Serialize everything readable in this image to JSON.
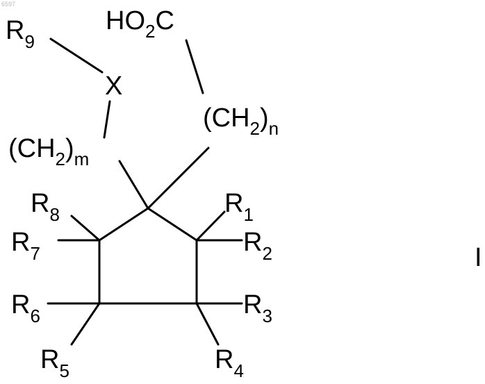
{
  "figure_id": "6597",
  "formula_label": "I",
  "groups": {
    "carboxyl": {
      "prefix": "HO",
      "sub": "2",
      "suffix": "C"
    },
    "linker_n": {
      "open": "(CH",
      "sub": "2",
      "close": ")",
      "index": "n"
    },
    "linker_m": {
      "open": "(CH",
      "sub": "2",
      "close": ")",
      "index": "m"
    },
    "heteroatom": "X"
  },
  "substituents": {
    "R9": {
      "base": "R",
      "sub": "9"
    },
    "R8": {
      "base": "R",
      "sub": "8"
    },
    "R7": {
      "base": "R",
      "sub": "7"
    },
    "R6": {
      "base": "R",
      "sub": "6"
    },
    "R5": {
      "base": "R",
      "sub": "5"
    },
    "R4": {
      "base": "R",
      "sub": "4"
    },
    "R3": {
      "base": "R",
      "sub": "3"
    },
    "R2": {
      "base": "R",
      "sub": "2"
    },
    "R1": {
      "base": "R",
      "sub": "1"
    }
  },
  "colors": {
    "ink": "#000000",
    "background": "#ffffff",
    "watermark": "#b8b8b8"
  }
}
